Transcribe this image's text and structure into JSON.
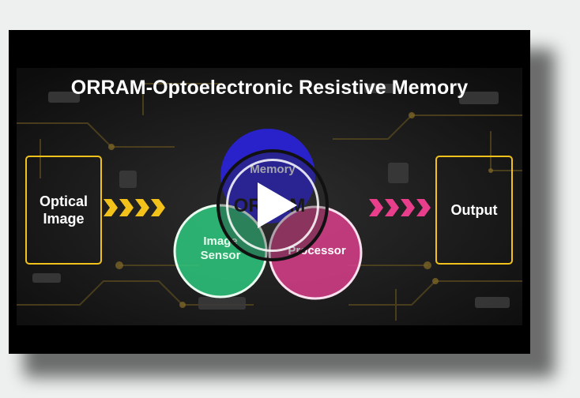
{
  "slide": {
    "title": "ORRAM-Optoelectronic Resistive Memory",
    "input_label": "Optical\nImage",
    "output_label": "Output",
    "center_label": "ORRAM",
    "venn": {
      "memory": "Memory",
      "sensor": "Image\nSensor",
      "processor": "Processor"
    }
  },
  "colors": {
    "box_border": "#f2c21b",
    "arrow_in": "#f2c21b",
    "arrow_out": "#e83e8c",
    "memory": "#2a22d8",
    "sensor": "#2ecf84",
    "processor": "#e0408f"
  },
  "icons": {
    "play": "play-icon"
  }
}
